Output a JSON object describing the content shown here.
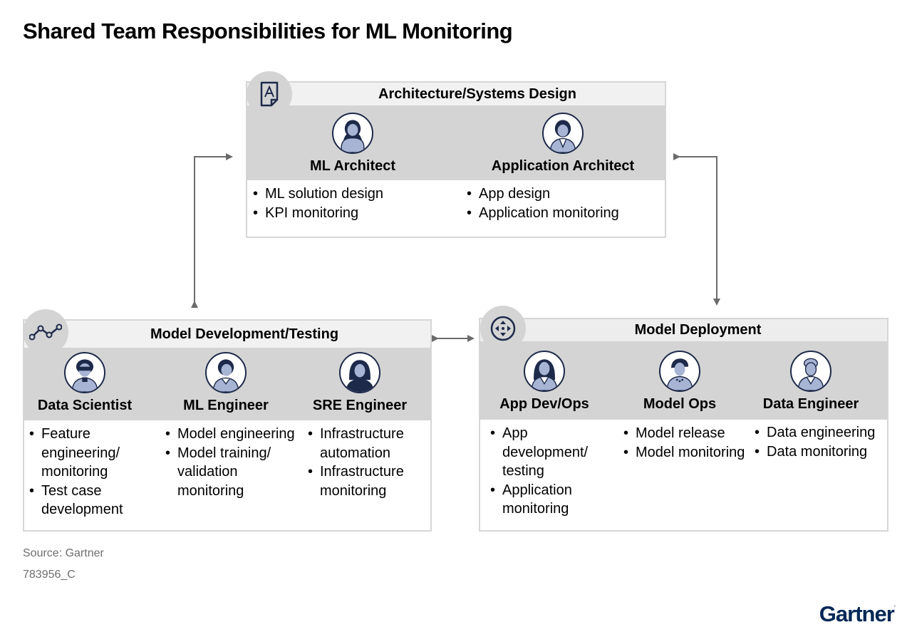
{
  "title": "Shared Team Responsibilities for ML Monitoring",
  "panels": {
    "architecture": {
      "heading": "Architecture/Systems Design",
      "icon": "document-a-icon",
      "roles": [
        {
          "name": "ML Architect",
          "bullets": [
            "ML solution design",
            "KPI monitoring"
          ]
        },
        {
          "name": "Application Architect",
          "bullets": [
            "App design",
            "Application monitoring"
          ]
        }
      ]
    },
    "development": {
      "heading": "Model Development/Testing",
      "icon": "line-graph-icon",
      "roles": [
        {
          "name": "Data Scientist",
          "bullets": [
            "Feature engineering/ monitoring",
            "Test case development"
          ]
        },
        {
          "name": "ML Engineer",
          "bullets": [
            "Model engineering",
            "Model training/ validation monitoring"
          ]
        },
        {
          "name": "SRE Engineer",
          "bullets": [
            "Infrastructure automation",
            "Infrastructure monitoring"
          ]
        }
      ]
    },
    "deployment": {
      "heading": "Model Deployment",
      "icon": "move-arrows-icon",
      "roles": [
        {
          "name": "App Dev/Ops",
          "bullets": [
            "App development/ testing",
            "Application monitoring"
          ]
        },
        {
          "name": "Model Ops",
          "bullets": [
            "Model release",
            "Model monitoring"
          ]
        },
        {
          "name": "Data Engineer",
          "bullets": [
            "Data engineering",
            "Data monitoring"
          ]
        }
      ]
    }
  },
  "source": "Source: Gartner",
  "figure_id": "783956_C",
  "logo": "Gartner",
  "colors": {
    "navy": "#1e2a4a",
    "band_gray": "#d4d4d4",
    "header_gray": "#f1f1f1",
    "arrow_gray": "#6b6b6b"
  }
}
